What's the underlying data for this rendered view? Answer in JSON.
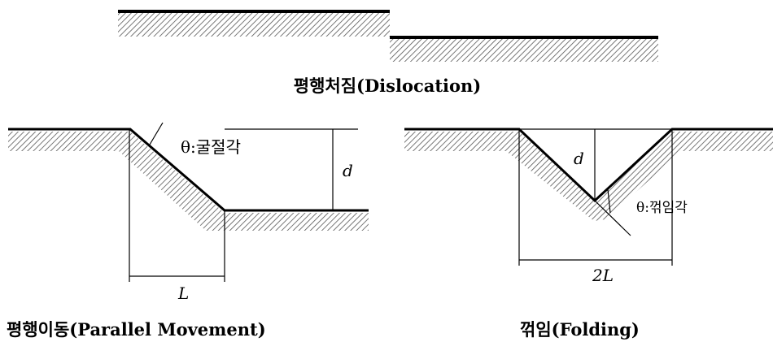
{
  "captions": {
    "dislocation": "평행처짐(Dislocation)",
    "parallel_movement": "평행이동(Parallel  Movement)",
    "folding": "꺾임(Folding)"
  },
  "labels": {
    "refraction_angle": "θ:굴절각",
    "depth": "d",
    "length": "L",
    "depth_folding": "d",
    "fold_angle": "θ:꺾임각",
    "double_length": "2L"
  }
}
